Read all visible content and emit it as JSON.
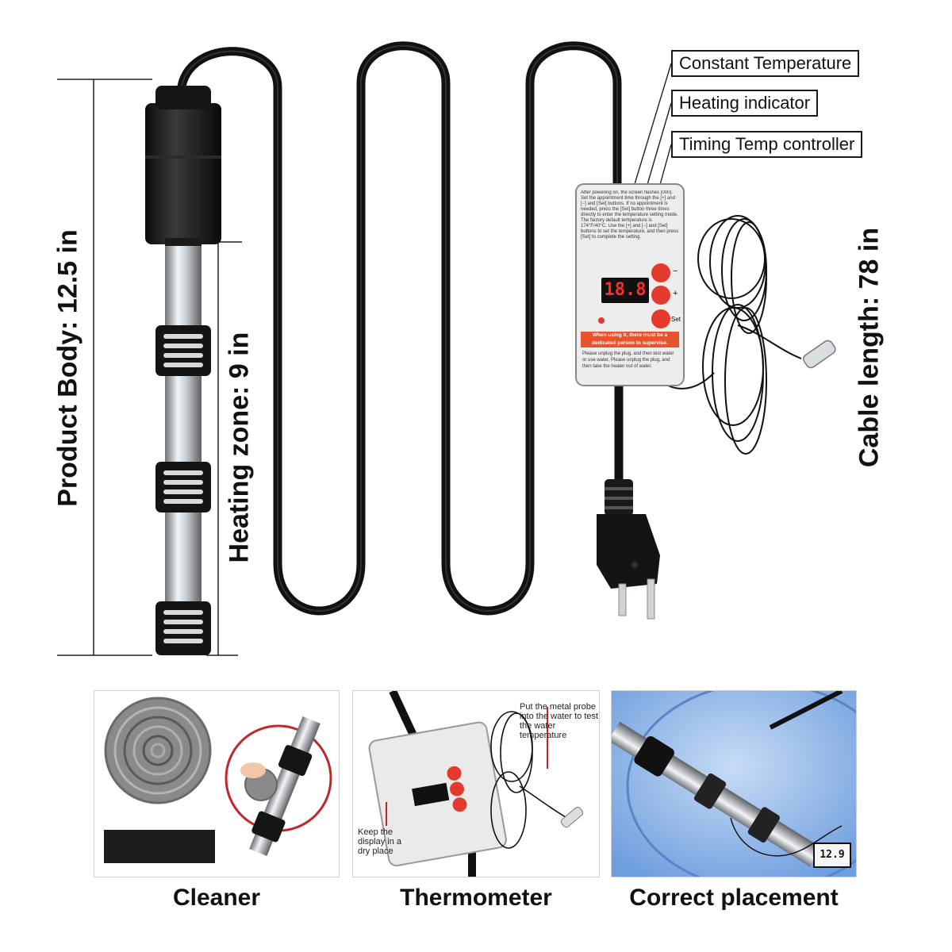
{
  "callouts": {
    "constant_temperature": "Constant Temperature",
    "heating_indicator": "Heating indicator",
    "timing_temp_controller": "Timing Temp controller"
  },
  "dimensions": {
    "product_body": "Product Body: 12.5 in",
    "heating_zone": "Heating zone: 9 in",
    "cable_length": "Cable length: 78 in"
  },
  "controller": {
    "display": "18.8",
    "button_minus": "−",
    "button_plus": "+",
    "button_set": "Set",
    "instructions": "After powering on, the screen flashes [000]. Set the appointment time through the [+] and [−] and [Set] buttons. If no appointment is needed, press the [Set] button three times directly to enter the temperature setting mode. The factory default temperature is 174°F/40°C. Use the [+] and [−] and [Set] buttons to set the temperature, and then press [Set] to complete the setting.",
    "warning": "When using it, there must be a dedicated person to supervise.",
    "unplug_notice": "Please unplug the plug, and then test water or use water. Please unplug the plug, and then take the heater out of water."
  },
  "panels": {
    "cleaner": {
      "caption": "Cleaner"
    },
    "thermometer": {
      "caption": "Thermometer",
      "probe_note": "Put the metal probe into the water to test the water temperature",
      "display_note": "Keep the display in a dry place"
    },
    "placement": {
      "caption": "Correct placement",
      "thermo_display": "12.9"
    }
  },
  "colors": {
    "cable": "#111111",
    "steel": "#b8bcc2",
    "controller_body": "#eeeeee",
    "button_red": "#e23b2e",
    "display_red": "#ff2a2a",
    "warning_bar": "#e6542f",
    "callout_line": "#c0272d",
    "water_blue": "#8fb6e8"
  },
  "icons": [
    "steel-wool-icon",
    "sponge-icon",
    "temperature-probe-icon",
    "plug-icon"
  ]
}
